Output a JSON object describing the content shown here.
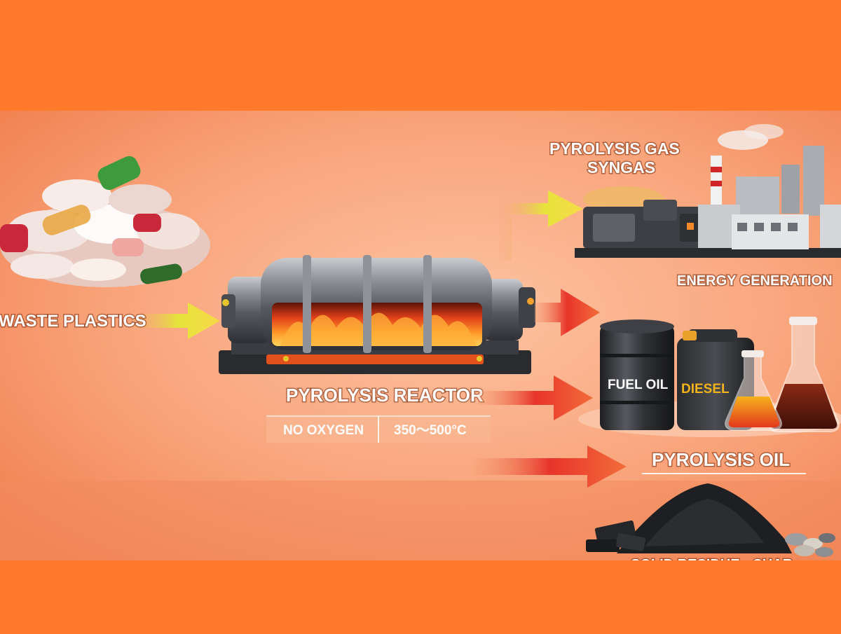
{
  "labels": {
    "input": "WASTE PLASTICS",
    "reactor": "PYROLYSIS REACTOR",
    "condition_1": "NO OXYGEN",
    "condition_2": "350～500°C",
    "gas_line_1": "PYROLYSIS GAS",
    "gas_line_2": "SYNGAS",
    "energy": "ENERGY GENERATION",
    "oil": "PYROLYSIS OIL",
    "barrel": "FUEL OIL",
    "can": "DIESEL",
    "solid": "SOLID RESIDUE - CHAR"
  },
  "colors": {
    "frame": "#FF7A2B",
    "panel_light": "#FBB590",
    "panel_mid": "#F38A5E",
    "arrow_red": "#E8342A",
    "arrow_yellow": "#F7D94A",
    "flame": "#FF6A1A",
    "steel": "#6E7177",
    "oil_dark": "#5A1A10"
  },
  "icons": [
    "plastic-pile-icon",
    "reactor-icon",
    "flame-icon",
    "factory-icon",
    "generator-icon",
    "barrel-icon",
    "jerrycan-icon",
    "flask-icon",
    "char-pile-icon",
    "arrow-icon"
  ]
}
